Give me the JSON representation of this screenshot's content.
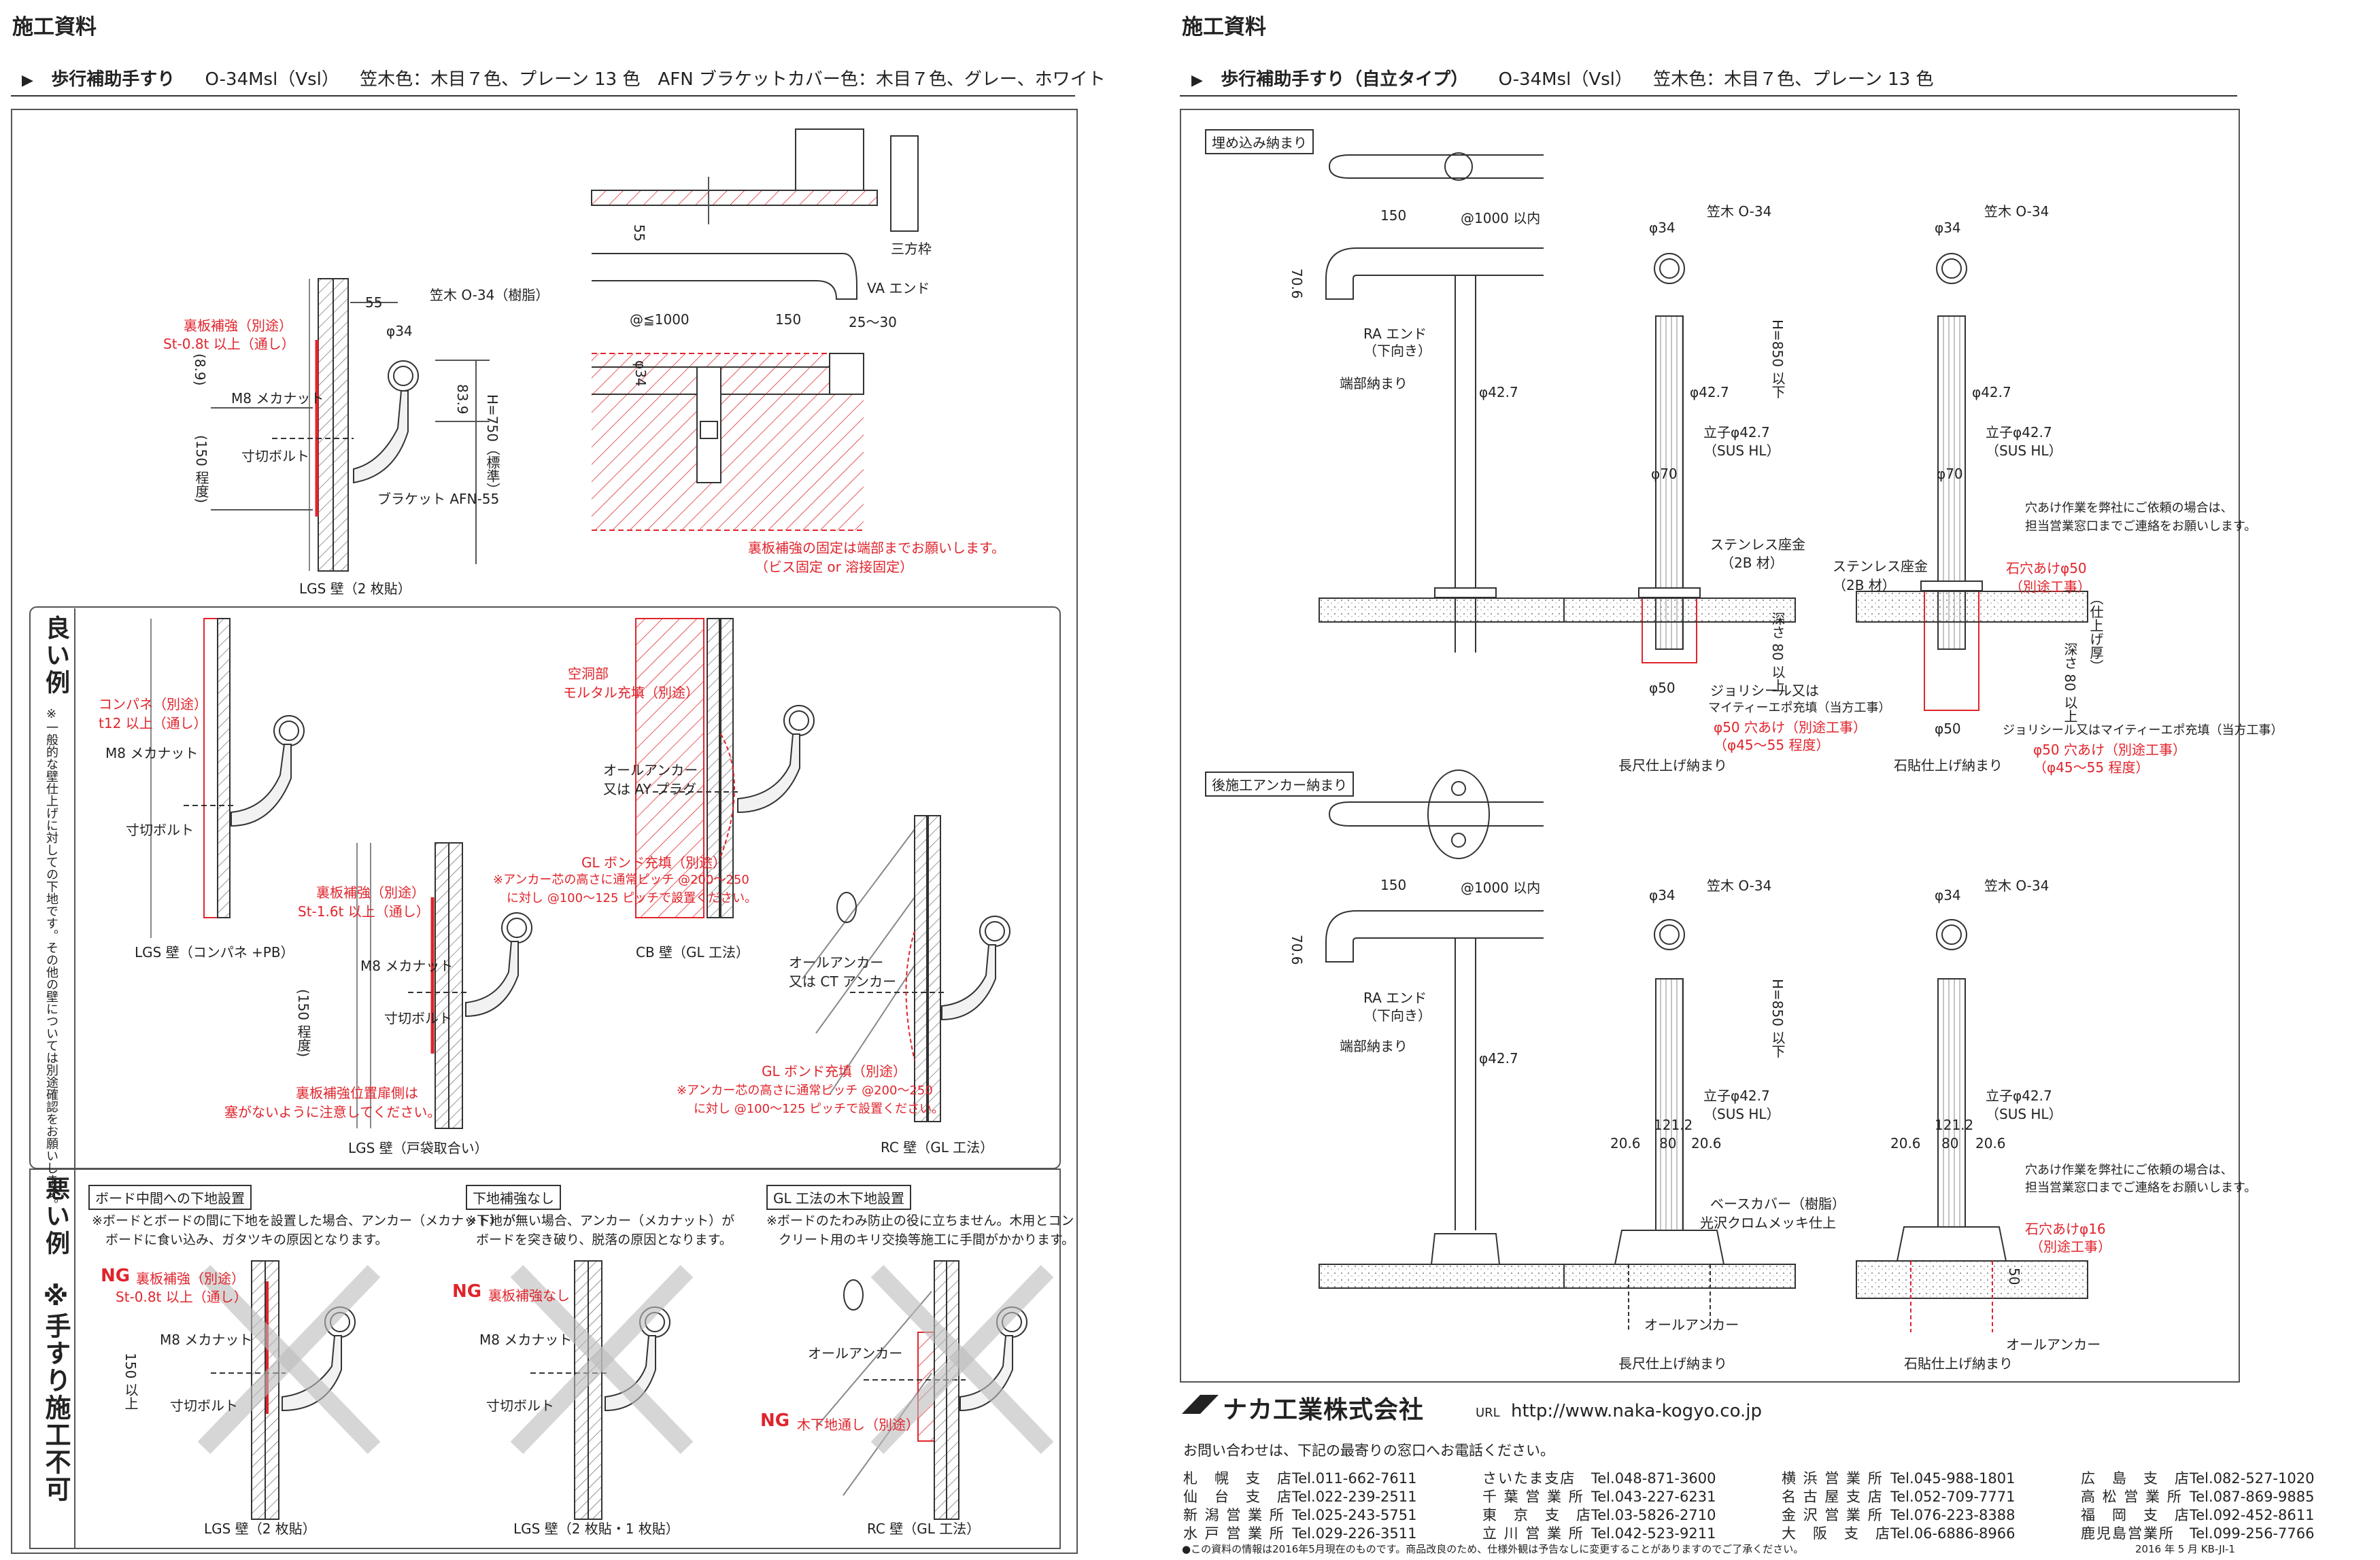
{
  "left": {
    "header": "施工資料",
    "subtitle": {
      "marker": "▶",
      "title": "歩行補助手すり",
      "model": "O-34Msl（Vsl）",
      "spec": "笠木色：木目７色、プレーン 13 色　AFN ブラケットカバー色：木目７色、グレー、ホワイト"
    },
    "top_detail": {
      "labels": {
        "bracket_reinf": "裏板補強（別途）",
        "bracket_reinf_spec": "St-0.8t 以上（通し）",
        "rail": "笠木 O-34（樹脂）",
        "dim_55": "55",
        "dim_phi34": "φ34",
        "dim_89": "(8.9)",
        "dim_839": "83.9",
        "m8": "M8 メカナット",
        "dim_150": "(150 程度)",
        "bolt": "寸切ボルト",
        "h750": "H=750（標準）",
        "bracket": "ブラケット AFN-55",
        "caption": "LGS 壁（2 枚貼）"
      },
      "plan_labels": {
        "dim_55": "55",
        "sanpo": "三方枠",
        "va_end": "VA エンド",
        "pitch": "@≦1000",
        "dim_150": "150",
        "dim_2530": "25〜30",
        "phi34": "φ34",
        "note1": "裏板補強の固定は端部までお願いします。",
        "note2": "（ビス固定 or 溶接固定）"
      }
    },
    "good": {
      "title": "良い例",
      "side_note": "※一般的な壁仕上げに対しての下地です。その他の壁については別途確認をお願いします。",
      "a": {
        "l1": "コンパネ（別途）",
        "l2": "t12 以上（通し）",
        "m8": "M8 メカナット",
        "bolt": "寸切ボルト",
        "caption": "LGS 壁（コンパネ +PB）"
      },
      "b": {
        "l1": "裏板補強（別途）",
        "l2": "St-1.6t 以上（通し）",
        "dim": "(150 程度)",
        "m8": "M8 メカナット",
        "bolt": "寸切ボルト",
        "warn1": "裏板補強位置扉側は",
        "warn2": "塞がないように注意してください。",
        "caption": "LGS 壁（戸袋取合い）"
      },
      "c": {
        "l1": "空洞部",
        "l2": "モルタル充填（別途）",
        "anchor1": "オールアンカー",
        "anchor2": "又は AY プラグ",
        "gl1": "GL ボンド充填（別途）",
        "gl2": "※アンカー芯の高さに通常ピッチ @200〜250",
        "gl3": "に対し @100〜125 ピッチで設置ください。",
        "caption": "CB 壁（GL 工法）"
      },
      "d": {
        "anchor1": "オールアンカー",
        "anchor2": "又は CT アンカー",
        "gl1": "GL ボンド充填（別途）",
        "gl2": "※アンカー芯の高さに通常ピッチ @200〜250",
        "gl3": "に対し @100〜125 ピッチで設置ください。",
        "caption": "RC 壁（GL 工法）"
      }
    },
    "bad": {
      "title": "悪い例",
      "warning": "※手すり施工不可",
      "a": {
        "box": "ボード中間への下地設置",
        "n1": "※ボードとボードの間に下地を設置した場合、アンカー（メカナット）が",
        "n2": "ボードに食い込み、ガタツキの原因となります。",
        "ng": "NG",
        "l1": "裏板補強（別途）",
        "l2": "St-0.8t 以上（通し）",
        "m8": "M8 メカナット",
        "dim": "150 以上",
        "bolt": "寸切ボルト",
        "caption": "LGS 壁（2 枚貼）"
      },
      "b": {
        "box": "下地補強なし",
        "n1": "※下地が無い場合、アンカー（メカナット）が",
        "n2": "ボードを突き破り、脱落の原因となります。",
        "ng": "NG",
        "l1": "裏板補強なし",
        "m8": "M8 メカナット",
        "bolt": "寸切ボルト",
        "caption": "LGS 壁（2 枚貼・1 枚貼）"
      },
      "c": {
        "box": "GL 工法の木下地設置",
        "n1": "※ボードのたわみ防止の役に立ちません。木用とコン",
        "n2": "クリート用のキリ交換等施工に手間がかかります。",
        "anchor": "オールアンカー",
        "ng": "NG",
        "l1": "木下地通し（別途）",
        "caption": "RC 壁（GL 工法）"
      }
    }
  },
  "right": {
    "header": "施工資料",
    "subtitle": {
      "marker": "▶",
      "title": "歩行補助手すり（自立タイプ）",
      "model": "O-34Msl（Vsl）",
      "spec": "笠木色：木目７色、プレーン 13 色"
    },
    "embed": {
      "box": "埋め込み納まり",
      "dim_150": "150",
      "pitch": "@1000 以内",
      "dim_706": "70.6",
      "ra1": "RA エンド",
      "ra2": "（下向き）",
      "end_caption": "端部納まり",
      "phi427": "φ42.7",
      "col2": {
        "phi34": "φ34",
        "rail": "笠木 O-34",
        "phi427": "φ42.7",
        "h850": "H=850 以下",
        "post1": "立子φ42.7",
        "post2": "（SUS HL）",
        "phi70": "φ70",
        "plate1": "ステンレス座金",
        "plate2": "（2B 材）",
        "depth": "深さ 80 以上",
        "phi50": "φ50",
        "fill1": "ジョリシール又は",
        "fill2": "マイティーエポ充填（当方工事）",
        "hole1": "φ50 穴あけ（別途工事）",
        "hole2": "（φ45〜55 程度）",
        "caption": "長尺仕上げ納まり"
      },
      "col3": {
        "phi34": "φ34",
        "rail": "笠木 O-34",
        "phi427": "φ42.7",
        "post1": "立子φ42.7",
        "post2": "（SUS HL）",
        "phi70": "φ70",
        "req1": "穴あけ作業を弊社にご依頼の場合は、",
        "req2": "担当営業窓口までご連絡をお願いします。",
        "plate1": "ステンレス座金",
        "plate2": "（2B 材）",
        "hole1": "石穴あけφ50",
        "hole2": "（別途工事）",
        "finish": "（仕上げ厚）",
        "depth": "深さ 80 以上",
        "phi50": "φ50",
        "fill": "ジョリシール又はマイティーエポ充填（当方工事）",
        "hole3": "φ50 穴あけ（別途工事）",
        "hole4": "（φ45〜55 程度）",
        "caption": "石貼仕上げ納まり"
      }
    },
    "anchor": {
      "box": "後施工アンカー納まり",
      "dim_150": "150",
      "pitch": "@1000 以内",
      "dim_706": "70.6",
      "ra1": "RA エンド",
      "ra2": "（下向き）",
      "end_caption": "端部納まり",
      "phi427": "φ42.7",
      "col2": {
        "phi34": "φ34",
        "rail": "笠木 O-34",
        "h850": "H=850 以下",
        "post1": "立子φ42.7",
        "post2": "（SUS HL）",
        "d1212": "121.2",
        "d206a": "20.6",
        "d80": "80",
        "d206b": "20.6",
        "cover1": "ベースカバー（樹脂）",
        "cover2": "光沢クロムメッキ仕上",
        "anchor": "オールアンカー",
        "caption": "長尺仕上げ納まり"
      },
      "col3": {
        "phi34": "φ34",
        "rail": "笠木 O-34",
        "post1": "立子φ42.7",
        "post2": "（SUS HL）",
        "d1212": "121.2",
        "d206a": "20.6",
        "d80": "80",
        "d206b": "20.6",
        "req1": "穴あけ作業を弊社にご依頼の場合は、",
        "req2": "担当営業窓口までご連絡をお願いします。",
        "hole1": "石穴あけφ16",
        "hole2": "（別途工事）",
        "d50": "50",
        "anchor": "オールアンカー",
        "caption": "石貼仕上げ納まり"
      }
    },
    "company": {
      "name": "ナカ工業株式会社",
      "url_label": "URL",
      "url": "http://www.naka-kogyo.co.jp",
      "inquiry": "お問い合わせは、下記の最寄りの窓口へお電話ください。"
    },
    "offices": [
      [
        "札　幌　支　店",
        "Tel.011-662-7611",
        "さいたま支店",
        "Tel.048-871-3600",
        "横 浜 営 業 所",
        "Tel.045-988-1801",
        "広　島　支　店",
        "Tel.082-527-1020"
      ],
      [
        "仙　台　支　店",
        "Tel.022-239-2511",
        "千 葉 営 業 所",
        "Tel.043-227-6231",
        "名 古 屋 支 店",
        "Tel.052-709-7771",
        "高 松 営 業 所",
        "Tel.087-869-9885"
      ],
      [
        "新 潟 営 業 所",
        "Tel.025-243-5751",
        "東　京　支　店",
        "Tel.03-5826-2710",
        "金 沢 営 業 所",
        "Tel.076-223-8388",
        "福　岡　支　店",
        "Tel.092-452-8611"
      ],
      [
        "水 戸 営 業 所",
        "Tel.029-226-3511",
        "立 川 営 業 所",
        "Tel.042-523-9211",
        "大　阪　支　店",
        "Tel.06-6886-8966",
        "鹿児島営業所",
        "Tel.099-256-7766"
      ]
    ],
    "footer_note": "●この資料の情報は2016年5月現在のものです。商品改良のため、仕様外観は予告なしに変更することがありますのでご了承ください。",
    "doc_code": "2016 年 5 月 KB-JI-1"
  },
  "colors": {
    "red": "#e0242c",
    "line": "#333333",
    "hatch": "#e0242c"
  }
}
